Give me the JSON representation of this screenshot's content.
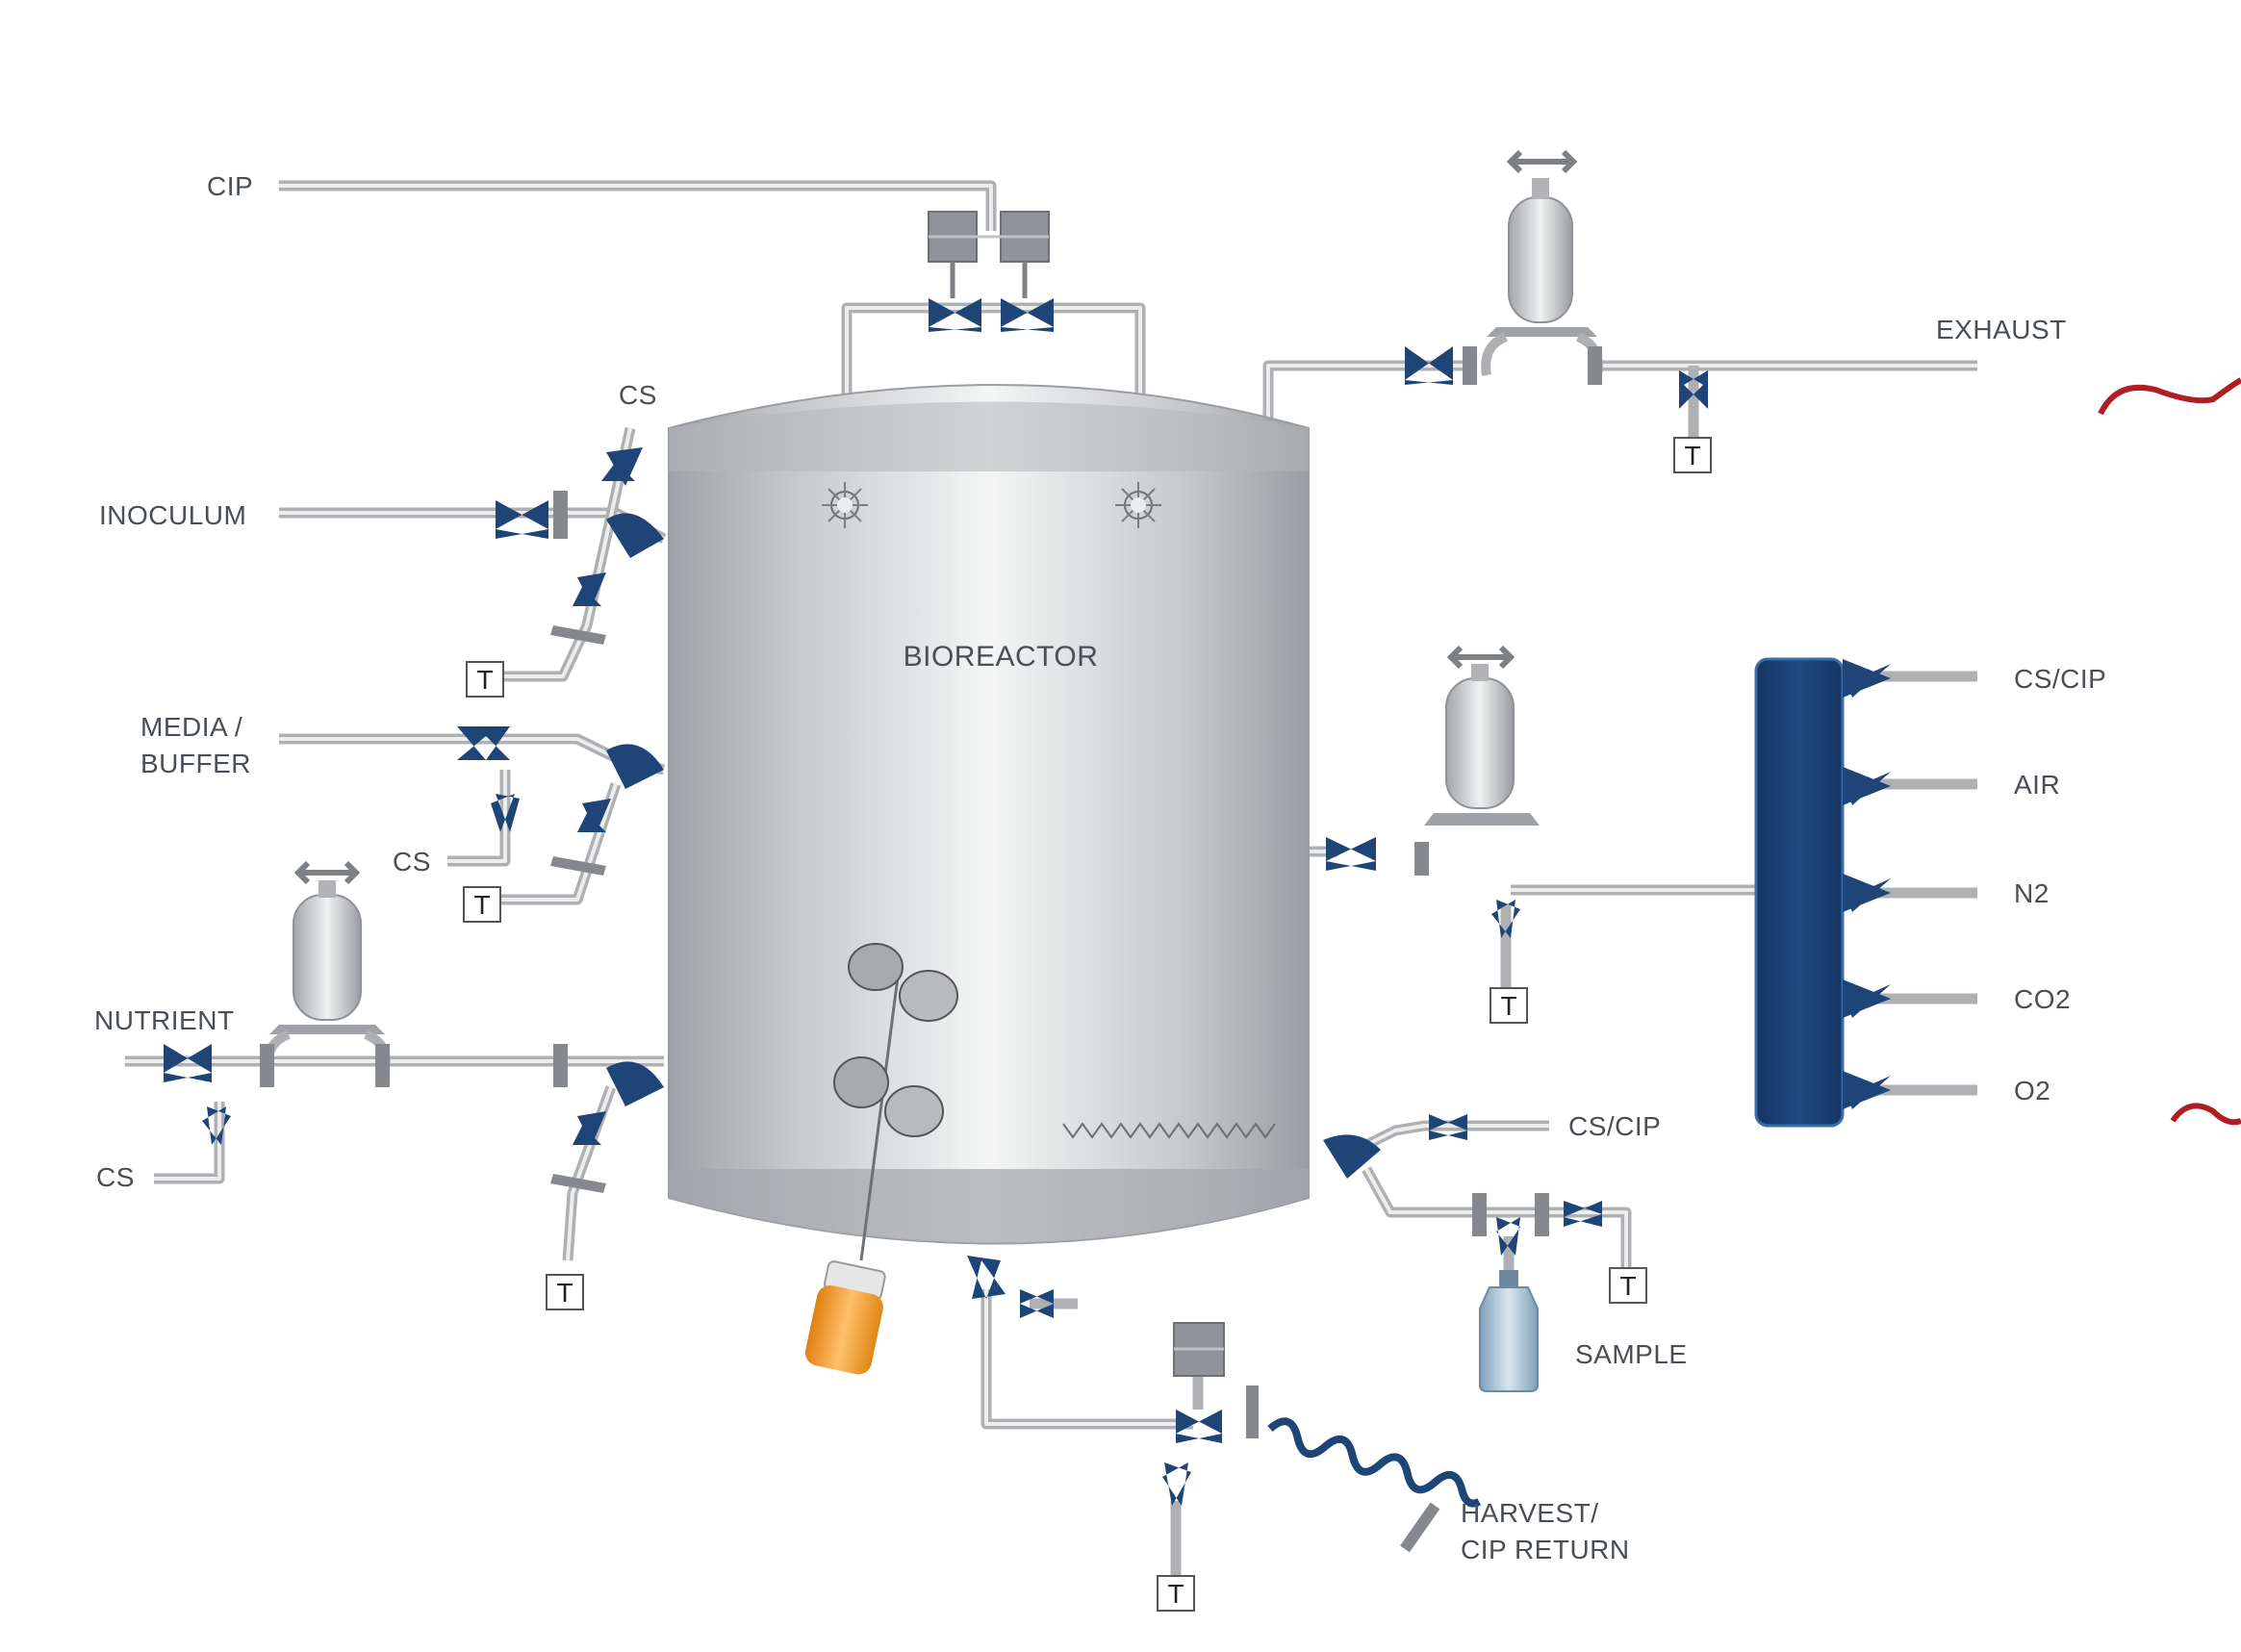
{
  "labels": {
    "cip": "CIP",
    "exhaust": "EXHAUST",
    "cs_top": "CS",
    "inoculum": "INOCULUM",
    "bioreactor": "BIOREACTOR",
    "media_line1": "MEDIA /",
    "media_line2": "BUFFER",
    "cs_media": "CS",
    "nutrient": "NUTRIENT",
    "cs_nutrient": "CS",
    "cs_cip_manifold": "CS/CIP",
    "air": "AIR",
    "n2": "N2",
    "co2": "CO2",
    "o2": "O2",
    "cs_cip_sample": "CS/CIP",
    "sample": "SAMPLE",
    "harvest_line1": "HARVEST/",
    "harvest_line2": "CIP RETURN",
    "temp_sensor": "T"
  },
  "colors": {
    "valve_blue": "#1f4477",
    "manifold_blue": "#1d3f73",
    "pipe_gray": "#aeb0b3",
    "tank_gray": "#c9cbce",
    "annotation_red": "#b01e23",
    "bottle_orange": "#f29a2e",
    "sample_bottle": "#a9c4d6"
  },
  "icons": [
    "diaphragm-valve-icon",
    "sterile-filter-icon",
    "spray-ball-icon",
    "impeller-icon",
    "temperature-sensor-icon",
    "sample-bottle-icon",
    "flexible-hose-icon",
    "actuator-icon",
    "sparger-icon"
  ]
}
